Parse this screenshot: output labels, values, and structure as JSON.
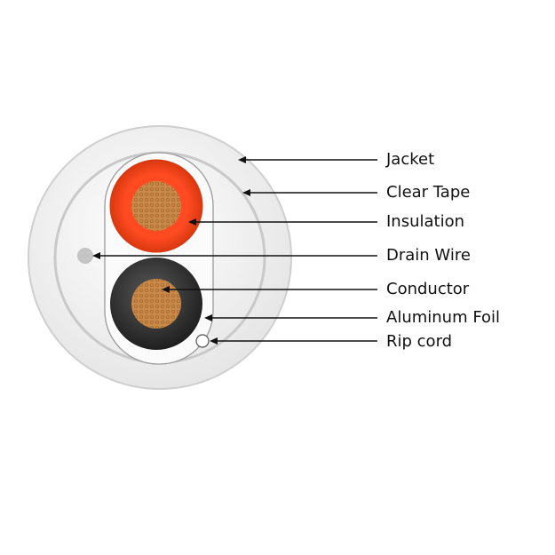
{
  "labels": [
    {
      "key": "jacket",
      "text": "Jacket"
    },
    {
      "key": "clear_tape",
      "text": "Clear Tape"
    },
    {
      "key": "insulation",
      "text": "Insulation"
    },
    {
      "key": "drain_wire",
      "text": "Drain Wire"
    },
    {
      "key": "conductor",
      "text": "Conductor"
    },
    {
      "key": "aluminum_foil",
      "text": "Aluminum Foil"
    },
    {
      "key": "rip_cord",
      "text": "Rip cord"
    }
  ],
  "colors": {
    "jacket": "#efefef",
    "jacket_edge": "#cfcfcf",
    "tape_ring": "#c9c9c9",
    "foil_edge": "#9a9a9a",
    "red_insulation": "#ff4a22",
    "red_insulation_edge": "#d9380f",
    "black_insulation": "#3a3a3a",
    "copper": "#c8894a",
    "copper_mesh": "#a86a2c",
    "drain_wire": "#c4c4c4",
    "rip_cord": "#ffffff",
    "leader_line": "#111111"
  }
}
